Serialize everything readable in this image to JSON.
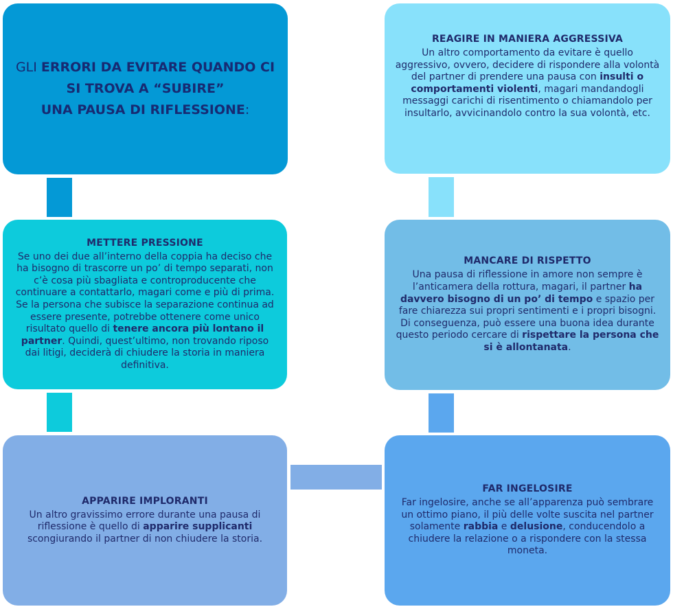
{
  "title_box": {
    "line1_pre": "GLI ",
    "line1_bold": "ERRORI DA EVITARE QUANDO CI SI TROVA A “SUBIRE”",
    "line2_bold": "UNA PAUSA DI RIFLESSIONE",
    "line2_post": ":"
  },
  "pressione": {
    "title": "METTERE PRESSIONE",
    "text1": "Se uno dei due all’interno della coppia ha deciso che ha bisogno di trascorre un po’ di tempo separati, non c’è cosa più sbagliata e controproducente che continuare a contattarlo, magari come e più di prima. Se la persona che subisce la separazione continua ad essere presente, potrebbe ottenere come unico risultato quello di ",
    "bold1": "tenere ancora più lontano il partner",
    "text2": ". Quindi, quest’ultimo, non trovando riposo dai litigi, deciderà di chiudere la storia in maniera definitiva."
  },
  "imploranti": {
    "title": "APPARIRE IMPLORANTI",
    "text1": "Un altro gravissimo errore durante una pausa di riflessione è quello di ",
    "bold1": "apparire supplicanti",
    "text2": " scongiurando il partner di non chiudere la storia."
  },
  "aggressiva": {
    "title": "REAGIRE IN MANIERA AGGRESSIVA",
    "text1": "Un altro comportamento da evitare è quello aggressivo, ovvero, decidere di rispondere alla volontà del partner di prendere una pausa con ",
    "bold1": "insulti o comportamenti violenti",
    "text2": ", magari mandandogli messaggi carichi di risentimento o chiamandolo per insultarlo, avvicinandolo contro la sua volontà, etc."
  },
  "rispetto": {
    "title": "MANCARE DI RISPETTO",
    "text1": "Una pausa di riflessione in amore non sempre è l’anticamera della rottura, magari, il partner ",
    "bold1": "ha davvero bisogno di un po’ di tempo",
    "text2": " e spazio per fare chiarezza sui propri sentimenti e i propri bisogni. Di conseguenza, può essere una buona idea durante questo periodo cercare di ",
    "bold2": "rispettare la persona che si è allontanata",
    "text3": "."
  },
  "ingelosire": {
    "title": "FAR INGELOSIRE",
    "text1": "Far ingelosire, anche se all’apparenza può sembrare un ottimo piano, il più delle volte suscita nel partner solamente ",
    "bold1": "rabbia",
    "text2": " e ",
    "bold2": "delusione",
    "text3": ", conducendolo a chiudere la relazione o a rispondere con la stessa moneta."
  },
  "colors": {
    "title_box": "#0499d6",
    "pressione": "#0dcbdc",
    "imploranti": "#82aee6",
    "aggressiva": "#88e1fb",
    "rispetto": "#72bde7",
    "ingelosire": "#5ba7ee",
    "text": "#1f2a6b"
  }
}
